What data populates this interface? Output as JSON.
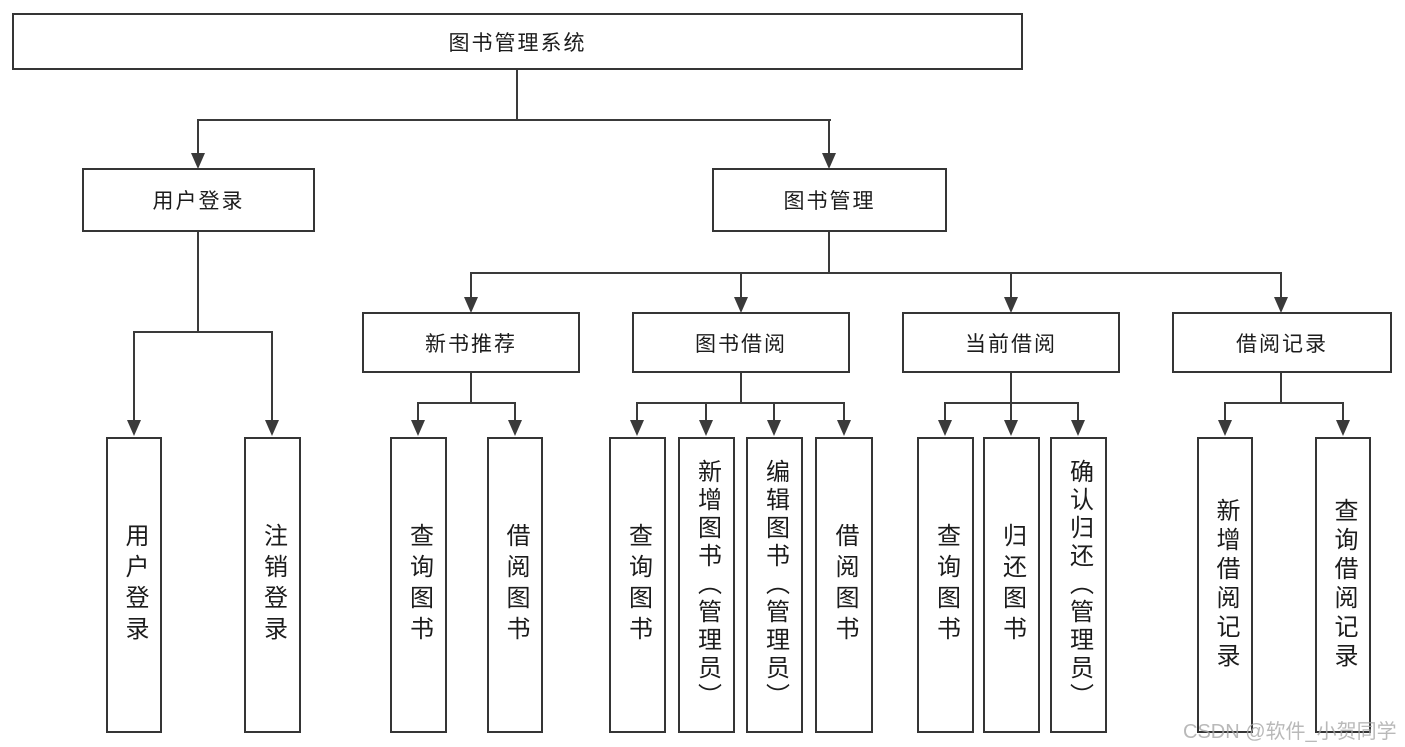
{
  "root": {
    "label": "图书管理系统"
  },
  "level2": {
    "user_login": {
      "label": "用户登录"
    },
    "book_mgmt": {
      "label": "图书管理"
    }
  },
  "level3": {
    "new_books": {
      "label": "新书推荐"
    },
    "borrowing": {
      "label": "图书借阅"
    },
    "current": {
      "label": "当前借阅"
    },
    "records": {
      "label": "借阅记录"
    }
  },
  "leaves": {
    "user_login_login": {
      "label": "用户登录"
    },
    "user_login_logout": {
      "label": "注销登录"
    },
    "new_books_query": {
      "label": "查询图书"
    },
    "new_books_borrow": {
      "label": "借阅图书"
    },
    "borrowing_query": {
      "label": "查询图书"
    },
    "borrowing_add": {
      "label": "新增图书（管理员）"
    },
    "borrowing_edit": {
      "label": "编辑图书（管理员）"
    },
    "borrowing_borrow": {
      "label": "借阅图书"
    },
    "current_query": {
      "label": "查询图书"
    },
    "current_return": {
      "label": "归还图书"
    },
    "current_confirm": {
      "label": "确认归还（管理员）"
    },
    "records_add": {
      "label": "新增借阅记录"
    },
    "records_query": {
      "label": "查询借阅记录"
    }
  },
  "watermark": {
    "text": "CSDN @软件_小贺同学"
  },
  "colors": {
    "line": "#3a3a3a",
    "border": "#353535",
    "text": "#1c1c1c",
    "watermark": "#a8a8a8",
    "background": "#ffffff"
  }
}
